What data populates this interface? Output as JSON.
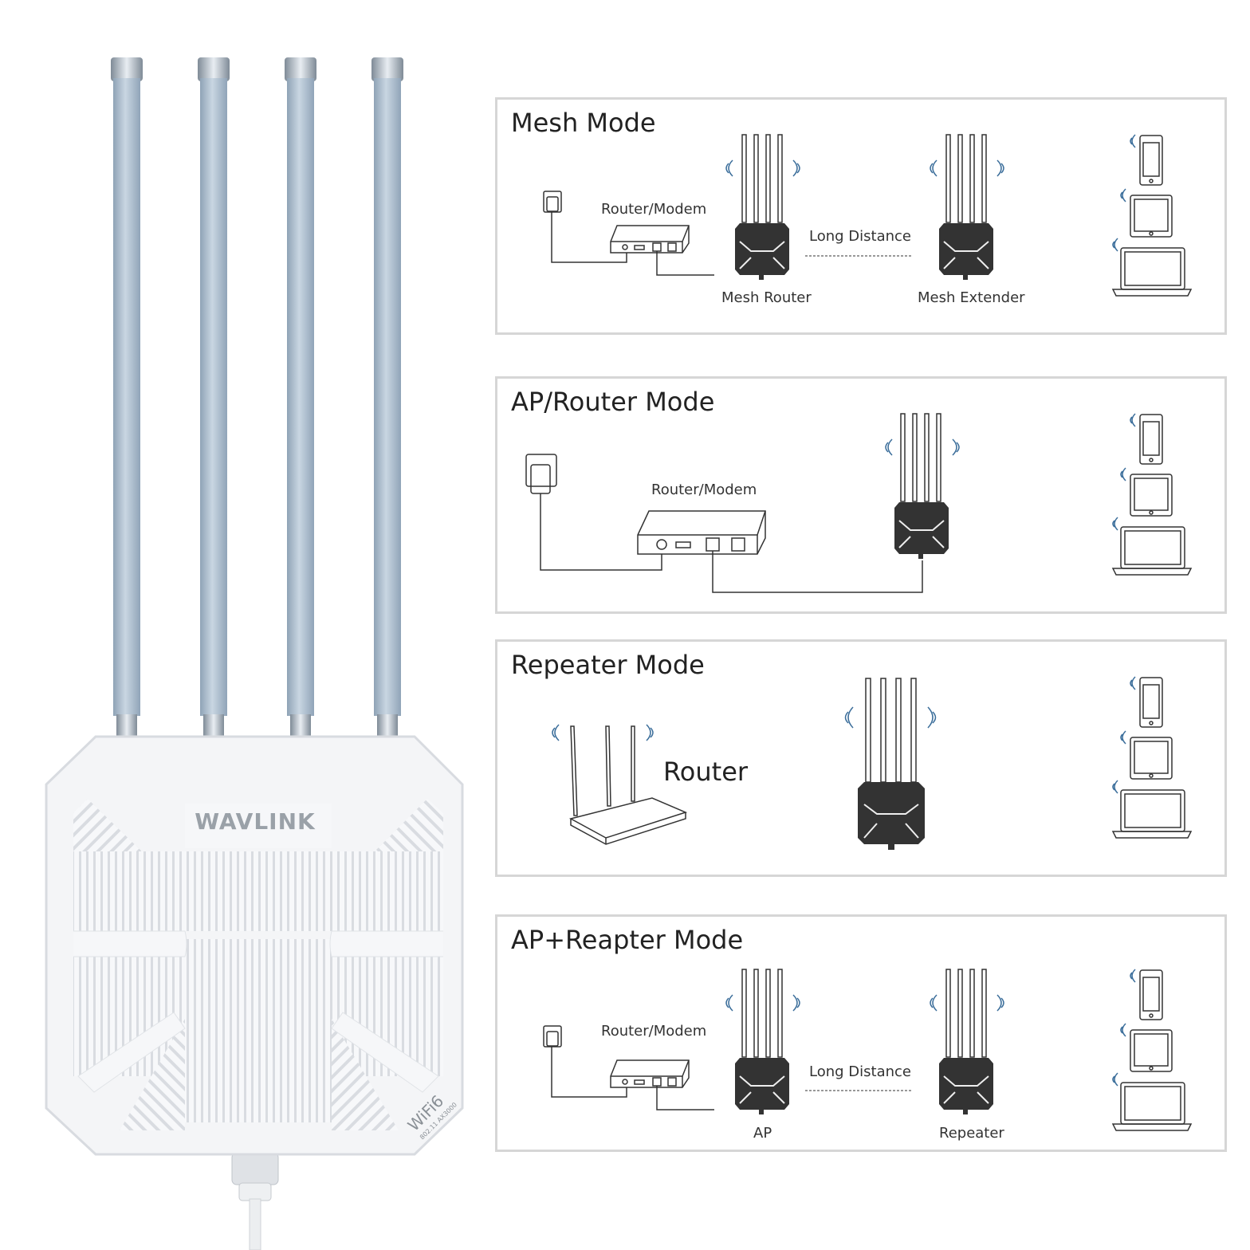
{
  "device": {
    "brand": "WAVLINK",
    "badge_main": "WiFi6",
    "badge_sub": "802.11 AX3000"
  },
  "panels": [
    {
      "title": "Mesh Mode",
      "labels": {
        "router_modem": "Router/Modem",
        "long_distance": "Long Distance",
        "unit_a": "Mesh Router",
        "unit_b": "Mesh Extender"
      }
    },
    {
      "title": "AP/Router Mode",
      "labels": {
        "router_modem": "Router/Modem"
      }
    },
    {
      "title": "Repeater Mode",
      "labels": {
        "router": "Router"
      }
    },
    {
      "title": "AP+Reapter Mode",
      "labels": {
        "router_modem": "Router/Modem",
        "long_distance": "Long Distance",
        "unit_a": "AP",
        "unit_b": "Repeater"
      }
    }
  ],
  "colors": {
    "antenna": "#a9bbcc",
    "panel_border": "#d6d6d6",
    "unit_fill": "#333333",
    "device_body": "#f4f5f7"
  }
}
